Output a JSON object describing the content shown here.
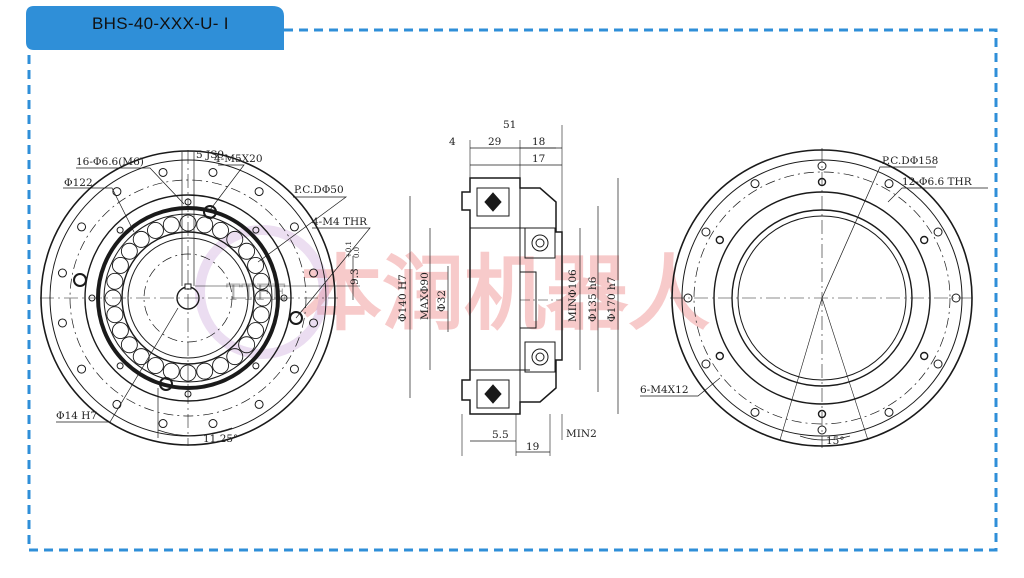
{
  "header": {
    "title": "BHS-40-XXX-U- I"
  },
  "colors": {
    "tab": "#2f8fd8",
    "frame": "#2f8fd8",
    "line": "#1a1a1a",
    "watermark": "#f2a0a0"
  },
  "watermark": {
    "text": "本润机器人",
    "logo_text": "TTFE"
  },
  "front_view": {
    "holes_label": "16-Φ6.6(M6)",
    "keyway_label": "5 JS9",
    "tapped_label": "4-M5X20",
    "od_label": "Φ122",
    "pcd_label": "P.C.DΦ50",
    "thr_label": "4-M4 THR",
    "key_height_label": "9.3",
    "tol_upper": "+0.1",
    "tol_lower": "0.0",
    "bore_label": "Φ14 H7",
    "angle_label": "11.25°"
  },
  "side_view": {
    "total_width": "51",
    "dim_4": "4",
    "dim_29": "29",
    "dim_18": "18",
    "dim_17": "17",
    "d140": "Φ140 H7",
    "max90": "MAXΦ90",
    "d32": "Φ32",
    "min106": "MINΦ106",
    "d135": "Φ135 h6",
    "d170": "Φ170 h7",
    "dim_5_5": "5.5",
    "dim_19": "19",
    "min2": "MIN2"
  },
  "rear_view": {
    "pcd_label": "P.C.DΦ158",
    "holes_label": "12-Φ6.6 THR",
    "tapped_label": "6-M4X12",
    "angle_label": "15°"
  }
}
